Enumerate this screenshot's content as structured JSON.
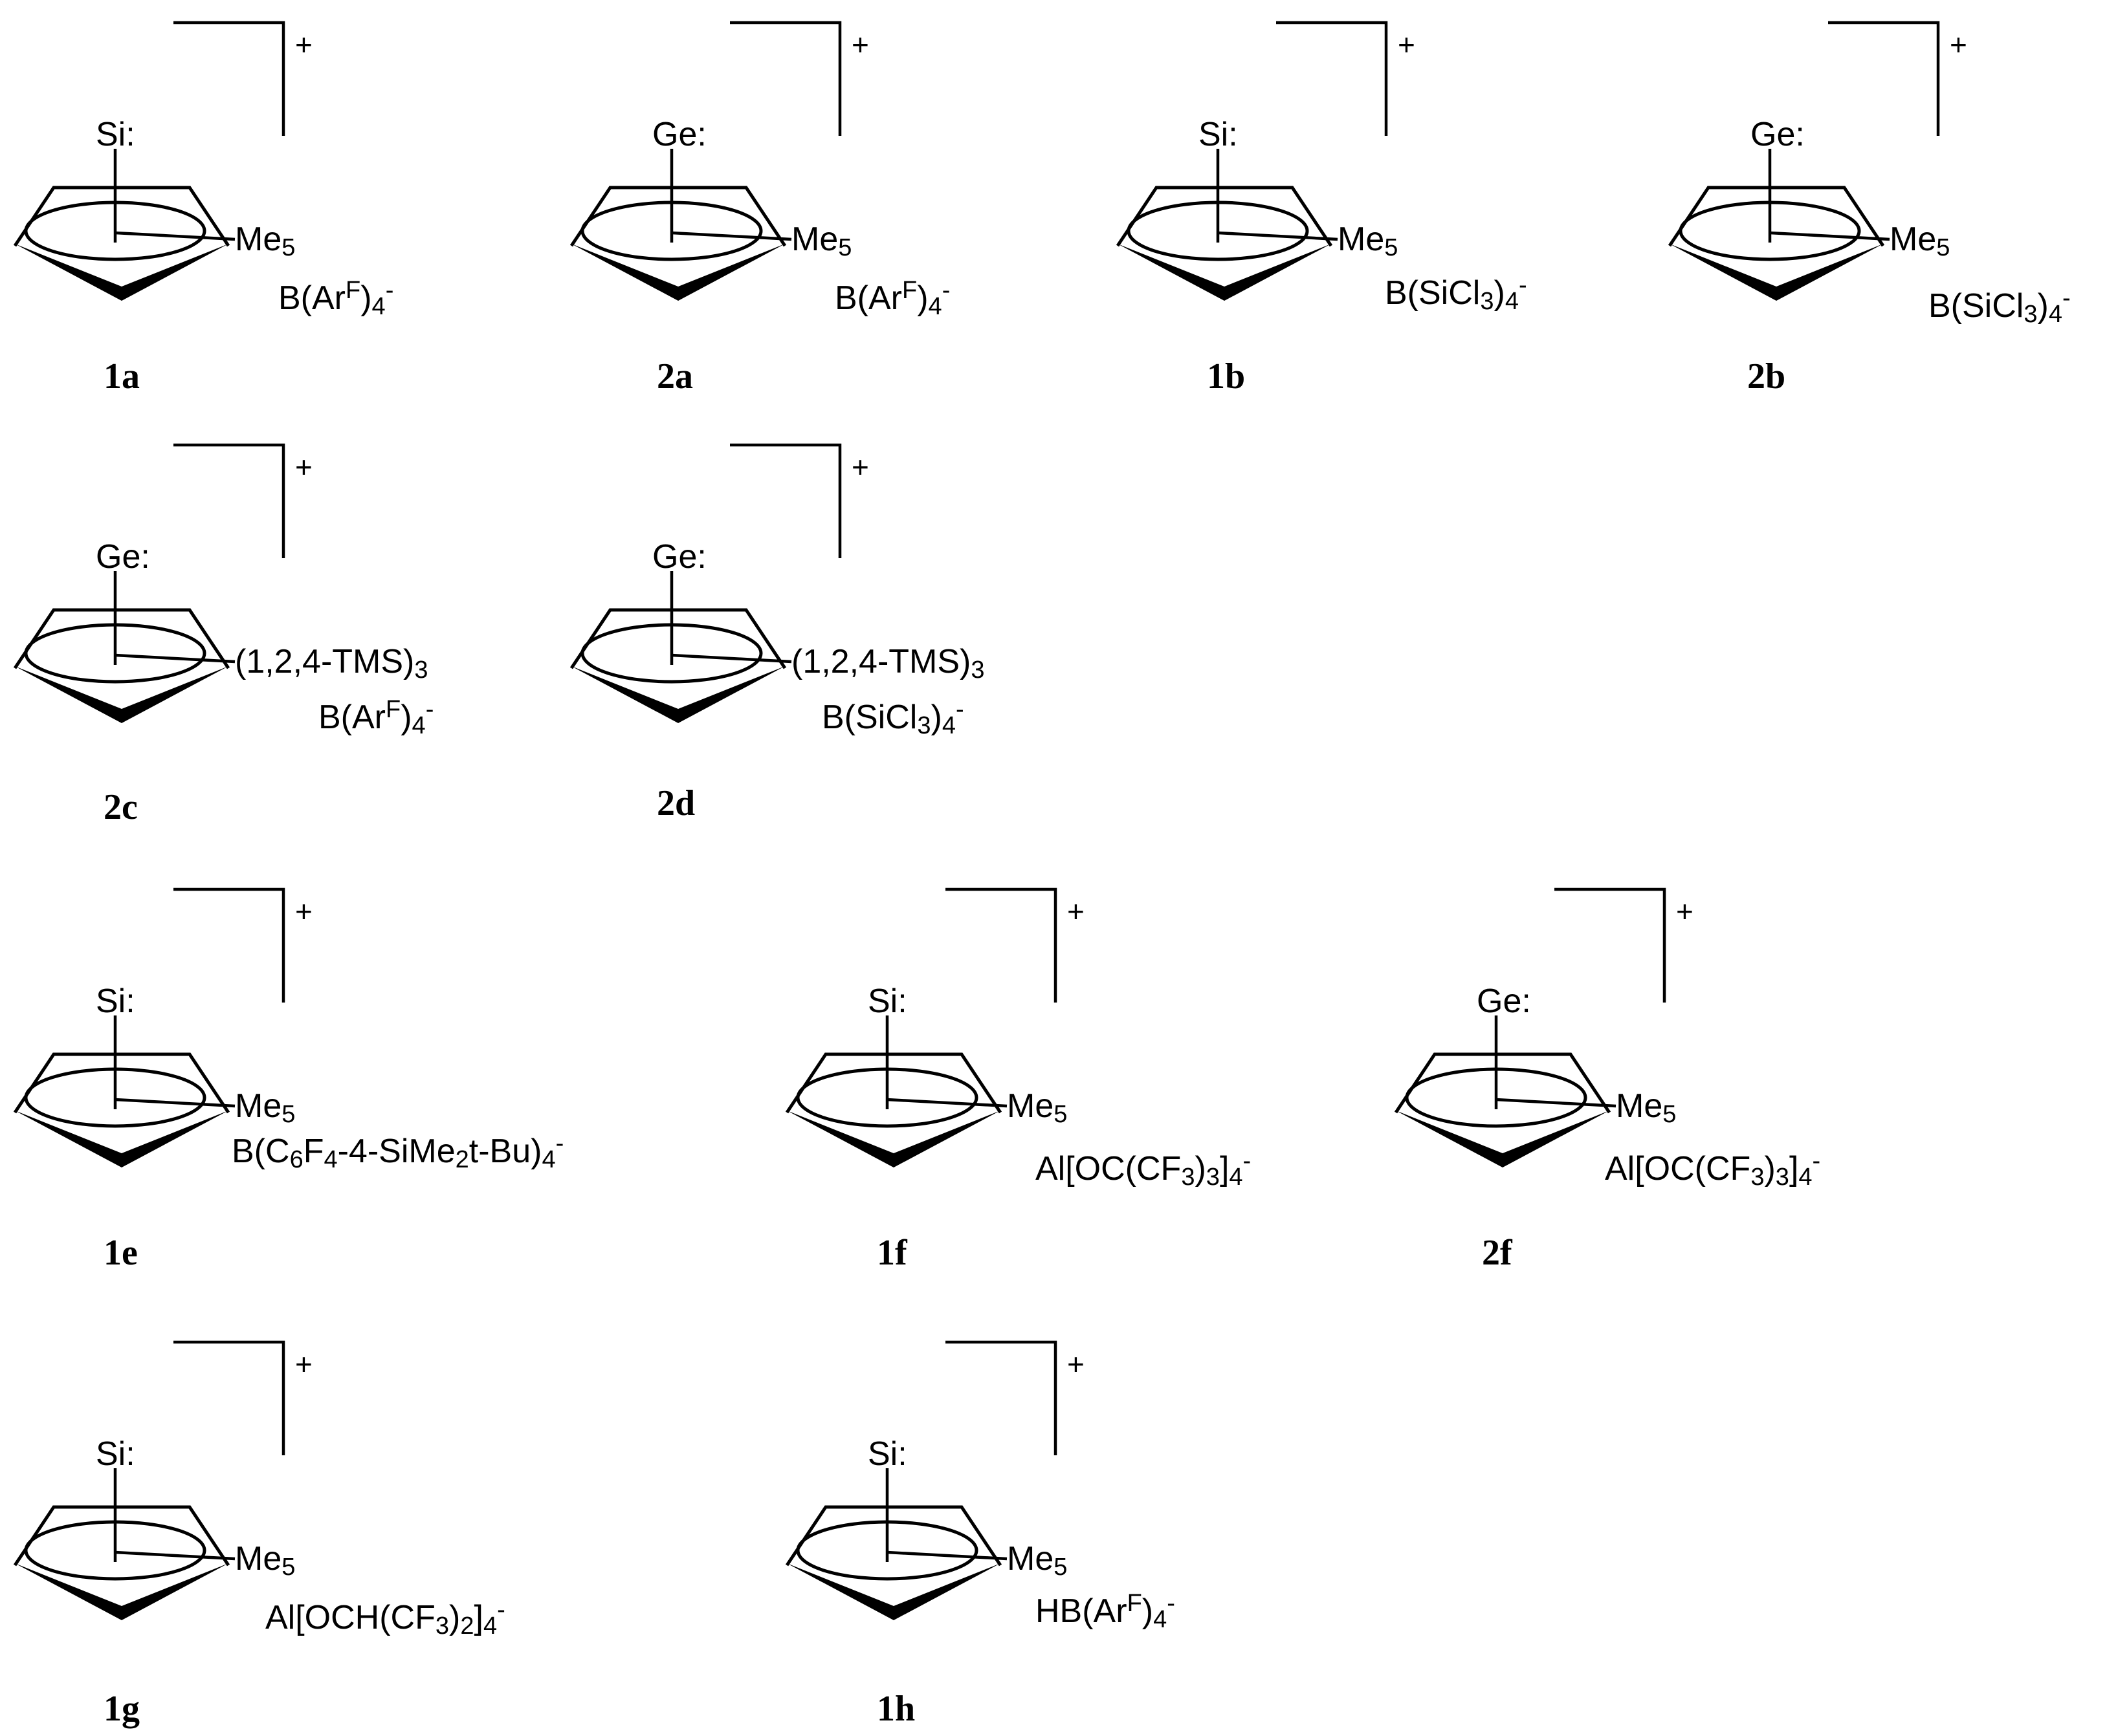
{
  "compounds": [
    {
      "label": "1a",
      "atom": "Si:",
      "substituent": "Me₅",
      "anion": "B(Ar^F)₄⁻",
      "charge": "+"
    },
    {
      "label": "2a",
      "atom": "Ge:",
      "substituent": "Me₅",
      "anion": "B(Ar^F)₄⁻",
      "charge": "+"
    },
    {
      "label": "1b",
      "atom": "Si:",
      "substituent": "Me₅",
      "anion": "B(SiCl₃)₄⁻",
      "charge": "+"
    },
    {
      "label": "2b",
      "atom": "Ge:",
      "substituent": "Me₅",
      "anion": "B(SiCl₃)₄⁻",
      "charge": "+"
    },
    {
      "label": "2c",
      "atom": "Ge:",
      "substituent": "(1,2,4-TMS)₃",
      "anion": "B(Ar^F)₄⁻",
      "charge": "+"
    },
    {
      "label": "2d",
      "atom": "Ge:",
      "substituent": "(1,2,4-TMS)₃",
      "anion": "B(SiCl₃)₄⁻",
      "charge": "+"
    },
    {
      "label": "1e",
      "atom": "Si:",
      "substituent": "Me₅",
      "anion": "B(C₆F₄-4-SiMe₂t-Bu)₄⁻",
      "charge": "+"
    },
    {
      "label": "1f",
      "atom": "Si:",
      "substituent": "Me₅",
      "anion": "Al[OC(CF₃)₃]₄⁻",
      "charge": "+"
    },
    {
      "label": "2f",
      "atom": "Ge:",
      "substituent": "Me₅",
      "anion": "Al[OC(CF₃)₃]₄⁻",
      "charge": "+"
    },
    {
      "label": "1g",
      "atom": "Si:",
      "substituent": "Me₅",
      "anion": "Al[OCH(CF₃)₂]₄⁻",
      "charge": "+"
    },
    {
      "label": "1h",
      "atom": "Si:",
      "substituent": "Me₅",
      "anion": "HB(Ar^F)₄⁻",
      "charge": "+"
    }
  ]
}
